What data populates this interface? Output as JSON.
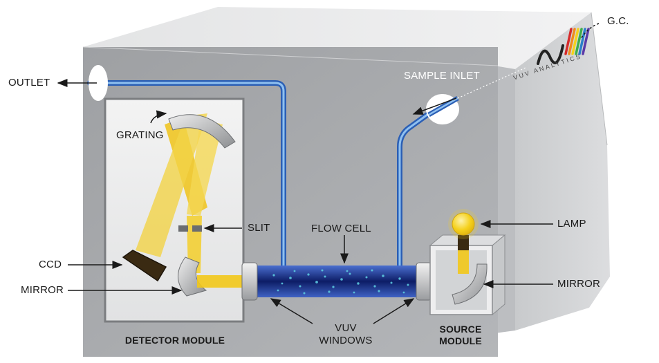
{
  "labels": {
    "gc": "G.C.",
    "outlet": "OUTLET",
    "sample_inlet": "SAMPLE INLET",
    "grating": "GRATING",
    "slit": "SLIT",
    "flow_cell": "FLOW CELL",
    "lamp": "LAMP",
    "ccd": "CCD",
    "mirror_left": "MIRROR",
    "mirror_right": "MIRROR",
    "vuv_windows_line1": "VUV",
    "vuv_windows_line2": "WINDOWS",
    "detector_module": "DETECTOR MODULE",
    "source_module_line1": "SOURCE",
    "source_module_line2": "MODULE"
  },
  "brand": {
    "name": "VUV ANALYTICS",
    "stripe_colors": [
      "#d62b2b",
      "#f08a1c",
      "#f4d21c",
      "#3fae49",
      "#2a7fc9",
      "#5b3aa8"
    ]
  },
  "colors": {
    "housing_front": "#a9abae",
    "housing_top": "#e7e8e9",
    "housing_side": "#cfd1d3",
    "tube": "#3d7fd6",
    "light_beam": "#f2c81a"
  }
}
